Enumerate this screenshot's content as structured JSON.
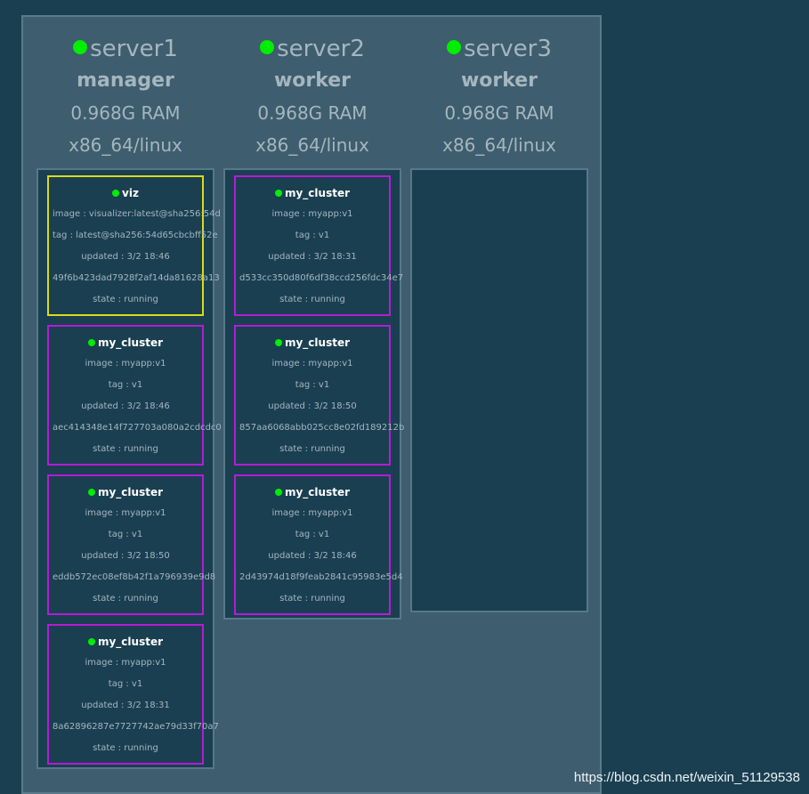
{
  "nodes": [
    {
      "name": "server1",
      "role": "manager",
      "ram": "0.968G RAM",
      "os": "x86_64/linux",
      "tasks": [
        {
          "title": "viz",
          "image": "image : visualizer:latest@sha256:54d",
          "tag": "tag : latest@sha256:54d65cbcbff52e",
          "updated": "updated : 3/2 18:46",
          "id": "49f6b423dad7928f2af14da81628a13",
          "state": "state : running"
        },
        {
          "title": "my_cluster",
          "image": "image : myapp:v1",
          "tag": "tag : v1",
          "updated": "updated : 3/2 18:46",
          "id": "aec414348e14f727703a080a2cdcdc0",
          "state": "state : running"
        },
        {
          "title": "my_cluster",
          "image": "image : myapp:v1",
          "tag": "tag : v1",
          "updated": "updated : 3/2 18:50",
          "id": "eddb572ec08ef8b42f1a796939e9d8",
          "state": "state : running"
        },
        {
          "title": "my_cluster",
          "image": "image : myapp:v1",
          "tag": "tag : v1",
          "updated": "updated : 3/2 18:31",
          "id": "8a62896287e7727742ae79d33f70a7",
          "state": "state : running"
        }
      ]
    },
    {
      "name": "server2",
      "role": "worker",
      "ram": "0.968G RAM",
      "os": "x86_64/linux",
      "tasks": [
        {
          "title": "my_cluster",
          "image": "image : myapp:v1",
          "tag": "tag : v1",
          "updated": "updated : 3/2 18:31",
          "id": "d533cc350d80f6df38ccd256fdc34e7",
          "state": "state : running"
        },
        {
          "title": "my_cluster",
          "image": "image : myapp:v1",
          "tag": "tag : v1",
          "updated": "updated : 3/2 18:50",
          "id": "857aa6068abb025cc8e02fd189212b",
          "state": "state : running"
        },
        {
          "title": "my_cluster",
          "image": "image : myapp:v1",
          "tag": "tag : v1",
          "updated": "updated : 3/2 18:46",
          "id": "2d43974d18f9feab2841c95983e5d4",
          "state": "state : running"
        }
      ]
    },
    {
      "name": "server3",
      "role": "worker",
      "ram": "0.968G RAM",
      "os": "x86_64/linux",
      "tasks": []
    }
  ],
  "watermark": "https://blog.csdn.net/weixin_51129538",
  "colors": {
    "background": "#1a3f51",
    "panel": "#3e5d6e",
    "status_dot": "#00ee00",
    "viz_border": "#d7dc16",
    "task_border": "#b41cd6"
  }
}
